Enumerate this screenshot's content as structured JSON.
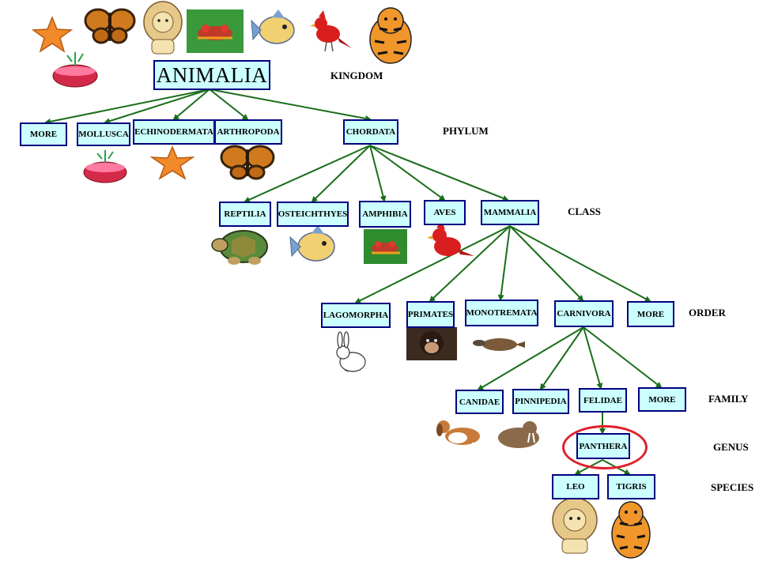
{
  "diagram": {
    "root": "ANIMALIA",
    "ranks": {
      "kingdom": "KINGDOM",
      "phylum": "PHYLUM",
      "class": "CLASS",
      "order": "ORDER",
      "family": "FAMILY",
      "genus": "GENUS",
      "species": "SPECIES"
    },
    "phyla": {
      "more": "MORE",
      "mollusca": "MOLLUSCA",
      "echinodermata": "ECHINODERMATA",
      "arthropoda": "ARTHROPODA",
      "chordata": "CHORDATA"
    },
    "classes": {
      "reptilia": "REPTILIA",
      "osteichthyes": "OSTEICHTHYES",
      "amphibia": "AMPHIBIA",
      "aves": "AVES",
      "mammalia": "MAMMALIA"
    },
    "orders": {
      "lagomorpha": "LAGOMORPHA",
      "primates": "PRIMATES",
      "monotremata": "MONOTREMATA",
      "carnivora": "CARNIVORA",
      "more": "MORE"
    },
    "families": {
      "canidae": "CANIDAE",
      "pinnipedia": "PINNIPEDIA",
      "felidae": "FELIDAE",
      "more": "MORE"
    },
    "genus": "PANTHERA",
    "species": {
      "leo": "LEO",
      "tigris": "TIGRIS"
    },
    "colors": {
      "box_fill": "#ccffff",
      "box_border": "#000080",
      "connector": "#1a6e1a",
      "highlight": "#e0202a"
    }
  }
}
